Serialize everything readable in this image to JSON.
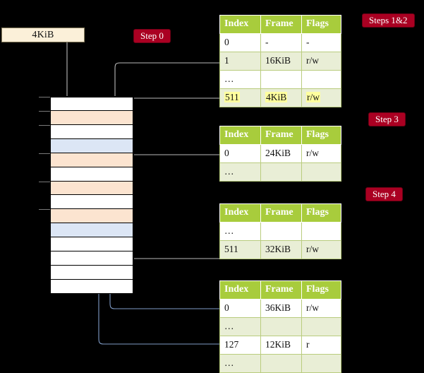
{
  "diagram": {
    "title_hidden": "",
    "page_box": {
      "label": "4KiB"
    },
    "badges": [
      {
        "id": "step-0",
        "label": "Step 0"
      },
      {
        "id": "steps-1-2",
        "label": "Steps 1&2"
      },
      {
        "id": "step-3",
        "label": "Step 3"
      },
      {
        "id": "step-4",
        "label": "Step 4"
      }
    ],
    "colors": {
      "background": "#000000",
      "table_header": "#a8cc3c",
      "table_row_alt": "#e9eed6",
      "badge": "#aa0022",
      "page_box": "#fbf0d9",
      "mem_orange": "#fce4d0",
      "mem_blue": "#dce6f5",
      "wire_grey": "#b0b0b0",
      "wire_blue": "#6b84b8",
      "highlight": "#ffff9e"
    },
    "memory_column": {
      "name": "physical-memory",
      "rows": [
        {
          "fill": "white"
        },
        {
          "fill": "orange"
        },
        {
          "fill": "white"
        },
        {
          "fill": "blue"
        },
        {
          "fill": "orange"
        },
        {
          "fill": "white"
        },
        {
          "fill": "orange"
        },
        {
          "fill": "white"
        },
        {
          "fill": "orange"
        },
        {
          "fill": "blue"
        },
        {
          "fill": "white"
        },
        {
          "fill": "white"
        },
        {
          "fill": "white"
        },
        {
          "fill": "white"
        }
      ]
    },
    "tables": [
      {
        "id": "table-level-4",
        "headers": [
          "Index",
          "Frame",
          "Flags"
        ],
        "rows": [
          {
            "cells": [
              "0",
              "-",
              "-"
            ],
            "shade": "odd",
            "highlight": false
          },
          {
            "cells": [
              "1",
              "16KiB",
              "r/w"
            ],
            "shade": "even",
            "highlight": false
          },
          {
            "cells": [
              "…",
              "",
              ""
            ],
            "shade": "odd",
            "highlight": false
          },
          {
            "cells": [
              "511",
              "4KiB",
              "r/w"
            ],
            "shade": "even",
            "highlight": true
          }
        ]
      },
      {
        "id": "table-level-3",
        "headers": [
          "Index",
          "Frame",
          "Flags"
        ],
        "rows": [
          {
            "cells": [
              "0",
              "24KiB",
              "r/w"
            ],
            "shade": "odd",
            "highlight": false
          },
          {
            "cells": [
              "…",
              "",
              ""
            ],
            "shade": "even",
            "highlight": false
          }
        ]
      },
      {
        "id": "table-level-2",
        "headers": [
          "Index",
          "Frame",
          "Flags"
        ],
        "rows": [
          {
            "cells": [
              "…",
              "",
              ""
            ],
            "shade": "odd",
            "highlight": false
          },
          {
            "cells": [
              "511",
              "32KiB",
              "r/w"
            ],
            "shade": "even",
            "highlight": false
          }
        ]
      },
      {
        "id": "table-level-1",
        "headers": [
          "Index",
          "Frame",
          "Flags"
        ],
        "rows": [
          {
            "cells": [
              "0",
              "36KiB",
              "r/w"
            ],
            "shade": "odd",
            "highlight": false
          },
          {
            "cells": [
              "…",
              "",
              ""
            ],
            "shade": "even",
            "highlight": false
          },
          {
            "cells": [
              "127",
              "12KiB",
              "r"
            ],
            "shade": "odd",
            "highlight": false
          },
          {
            "cells": [
              "…",
              "",
              ""
            ],
            "shade": "even",
            "highlight": false
          }
        ]
      }
    ]
  }
}
